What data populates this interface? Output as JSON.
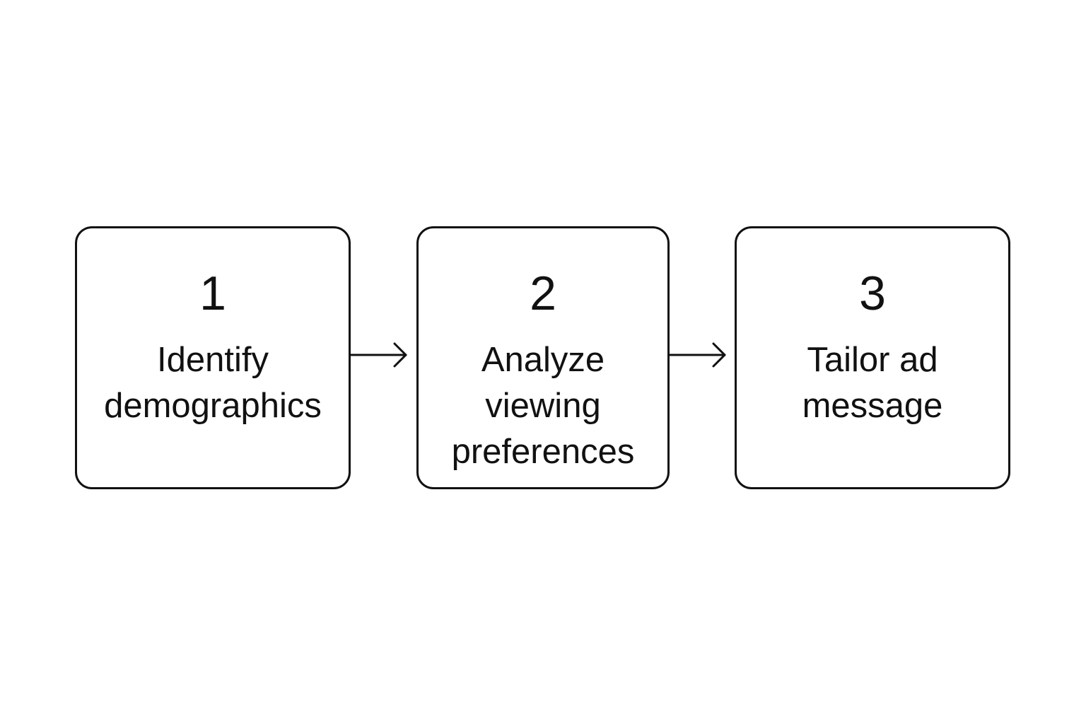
{
  "steps": [
    {
      "number": "1",
      "label": "Identify\ndemographics"
    },
    {
      "number": "2",
      "label": "Analyze\nviewing\npreferences"
    },
    {
      "number": "3",
      "label": "Tailor ad\nmessage"
    }
  ],
  "colors": {
    "stroke": "#111111",
    "background": "#ffffff"
  },
  "icons": [
    "arrow-right-icon"
  ]
}
